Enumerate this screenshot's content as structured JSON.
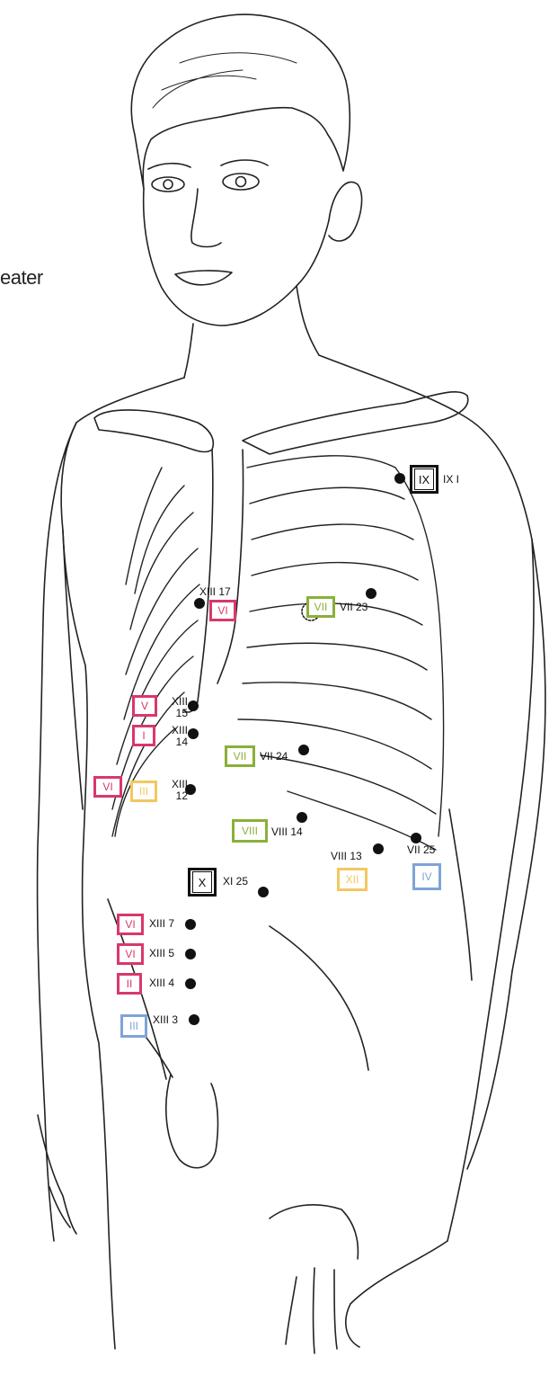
{
  "fragment_text": "eater",
  "colors": {
    "pink": "#d8386a",
    "green": "#8ab03a",
    "yellow": "#f2c860",
    "blue": "#7ea4d8",
    "black": "#111111",
    "line": "#222222"
  },
  "markers": [
    {
      "id": "ix-1",
      "box": "IX",
      "label": "IX I",
      "color": "black",
      "double": true
    },
    {
      "id": "vii-23",
      "box": "VII",
      "label": "VII 23",
      "color": "green"
    },
    {
      "id": "xiii-17",
      "box": "VI",
      "label": "XIII 17",
      "color": "pink"
    },
    {
      "id": "xiii-15",
      "box": "V",
      "label": "XIII 15",
      "color": "pink"
    },
    {
      "id": "xiii-14",
      "box": "I",
      "label": "XIII 14",
      "color": "pink"
    },
    {
      "id": "vii-24",
      "box": "VII",
      "label": "VII 24",
      "color": "green"
    },
    {
      "id": "xiii-12-a",
      "box": "VI",
      "label": "",
      "color": "pink"
    },
    {
      "id": "xiii-12-b",
      "box": "III",
      "label": "XIII 12",
      "color": "yellow"
    },
    {
      "id": "viii-14",
      "box": "VIII",
      "label": "VIII 14",
      "color": "green"
    },
    {
      "id": "viii-13",
      "box": "XII",
      "label": "VIII 13",
      "color": "yellow"
    },
    {
      "id": "vii-25",
      "box": "IV",
      "label": "VII 25",
      "color": "blue"
    },
    {
      "id": "xi-25",
      "box": "X",
      "label": "XI 25",
      "color": "black",
      "double": true
    },
    {
      "id": "xiii-7",
      "box": "VI",
      "label": "XIII 7",
      "color": "pink"
    },
    {
      "id": "xiii-5",
      "box": "VI",
      "label": "XIII 5",
      "color": "pink"
    },
    {
      "id": "xiii-4",
      "box": "II",
      "label": "XIII 4",
      "color": "pink"
    },
    {
      "id": "xiii-3",
      "box": "III",
      "label": "XIII 3",
      "color": "blue"
    }
  ]
}
